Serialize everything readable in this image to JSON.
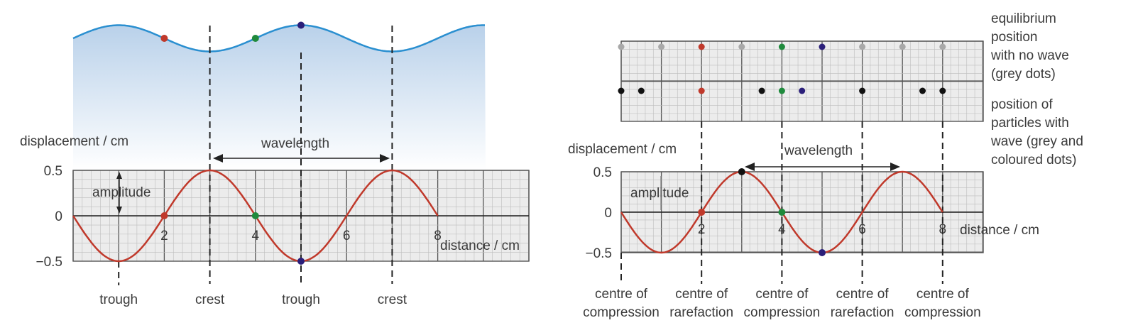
{
  "colors": {
    "wave_line": "#c0392b",
    "water_line": "#2a8fd0",
    "water_fill_top": "#b9d1ea",
    "grid_minor": "#bdbdbd",
    "grid_major": "#555555",
    "grid_bg": "#ececec",
    "red_dot": "#c0392b",
    "green_dot": "#1f8a3c",
    "blue_dot": "#2b1f7a",
    "grey_dot": "#a8a8a8",
    "black_dot": "#111111"
  },
  "left_panel": {
    "ylabel": "displacement / cm",
    "xlabel": "distance / cm",
    "y_ticks": [
      "0.5",
      "0",
      "−0.5"
    ],
    "x_ticks": [
      "2",
      "4",
      "6",
      "8"
    ],
    "wavelength_label": "wavelength",
    "amplitude_label": "amplitude",
    "bottom_labels": [
      "trough",
      "crest",
      "trough",
      "crest"
    ]
  },
  "right_panel": {
    "ylabel": "displacement / cm",
    "xlabel": "distance / cm",
    "y_ticks": [
      "0.5",
      "0",
      "−0.5"
    ],
    "x_ticks": [
      "2",
      "4",
      "6",
      "8"
    ],
    "wavelength_label": "wavelength",
    "amplitude_label": "amplitude",
    "legend_equilibrium": [
      "equilibrium",
      "position",
      "with no wave",
      "(grey dots)"
    ],
    "legend_particles": [
      "position of",
      "particles with",
      "wave (grey and",
      "coloured dots)"
    ],
    "bottom_labels": [
      [
        "centre of",
        "compression"
      ],
      [
        "centre of",
        "rarefaction"
      ],
      [
        "centre of",
        "compression"
      ],
      [
        "centre of",
        "rarefaction"
      ],
      [
        "centre of",
        "compression"
      ]
    ]
  },
  "chart_data": [
    {
      "type": "line",
      "x": [
        0,
        1,
        2,
        3,
        4,
        5,
        6,
        7,
        8
      ],
      "series": [
        {
          "values": [
            0,
            -0.5,
            0,
            0.5,
            0,
            -0.5,
            0,
            0.5,
            0
          ]
        }
      ],
      "ylabel": "displacement / cm",
      "xlabel": "distance / cm",
      "xlim": [
        0,
        10
      ],
      "ylim": [
        -0.5,
        0.5
      ],
      "grid": true,
      "marked_points": [
        {
          "x": 2,
          "y": 0,
          "color": "red"
        },
        {
          "x": 4,
          "y": 0,
          "color": "green"
        },
        {
          "x": 5,
          "y": -0.5,
          "color": "blue"
        }
      ]
    },
    {
      "type": "line",
      "x": [
        0,
        1,
        2,
        3,
        4,
        5,
        6,
        7,
        8
      ],
      "series": [
        {
          "values": [
            0,
            -0.5,
            0,
            0.5,
            0,
            -0.5,
            0,
            0.5,
            0
          ]
        }
      ],
      "ylabel": "displacement / cm",
      "xlabel": "distance / cm",
      "xlim": [
        0,
        9
      ],
      "ylim": [
        -0.5,
        0.5
      ],
      "grid": true,
      "marked_points": [
        {
          "x": 2,
          "y": 0,
          "color": "red"
        },
        {
          "x": 3,
          "y": 0.5,
          "color": "black"
        },
        {
          "x": 4,
          "y": 0,
          "color": "green"
        },
        {
          "x": 5,
          "y": -0.5,
          "color": "blue"
        }
      ]
    }
  ]
}
